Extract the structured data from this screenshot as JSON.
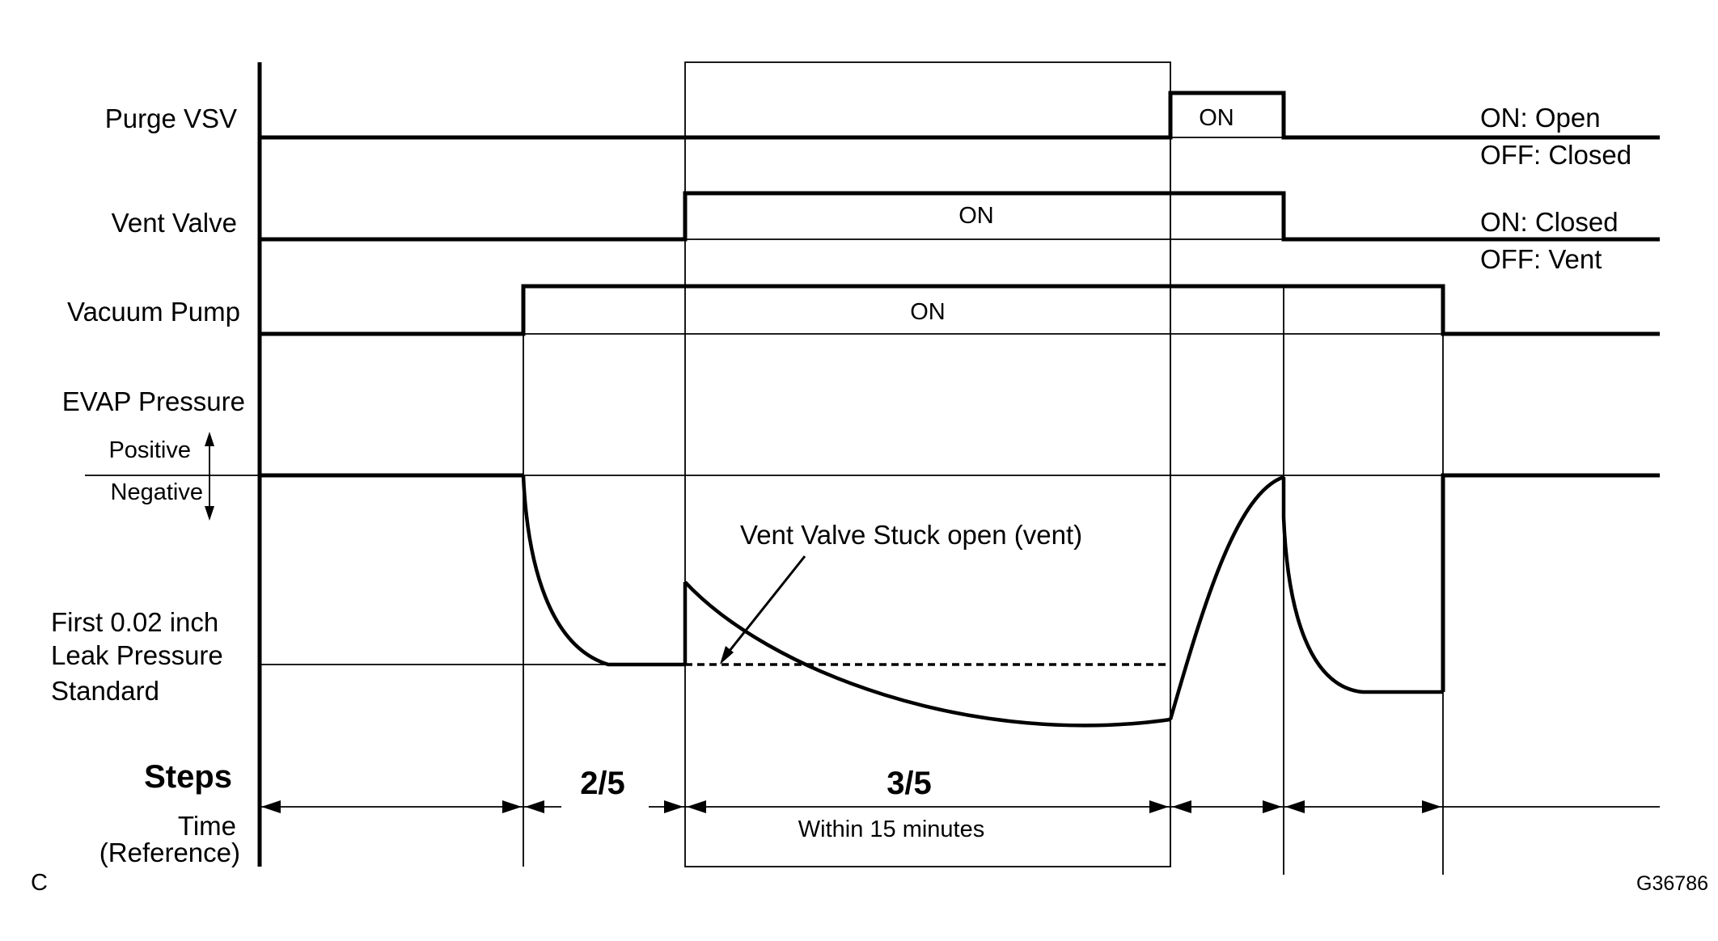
{
  "signals": {
    "purge_vsv": {
      "label": "Purge VSV",
      "on_text": "ON",
      "legend_on": "ON: Open",
      "legend_off": "OFF: Closed"
    },
    "vent_valve": {
      "label": "Vent Valve",
      "on_text": "ON",
      "legend_on": "ON: Closed",
      "legend_off": "OFF: Vent"
    },
    "vacuum_pump": {
      "label": "Vacuum Pump",
      "on_text": "ON"
    },
    "evap_pressure": {
      "label": "EVAP Pressure",
      "positive": "Positive",
      "negative": "Negative"
    }
  },
  "leak_standard": {
    "line1": "First 0.02 inch",
    "line2": "Leak Pressure",
    "line3": "Standard"
  },
  "annotation": "Vent Valve Stuck open (vent)",
  "steps": {
    "title": "Steps",
    "time_line1": "Time",
    "time_line2": "(Reference)",
    "step_2": "2/5",
    "step_3": "3/5",
    "duration": "Within 15 minutes"
  },
  "corner_letter": "C",
  "figure_code": "G36786"
}
